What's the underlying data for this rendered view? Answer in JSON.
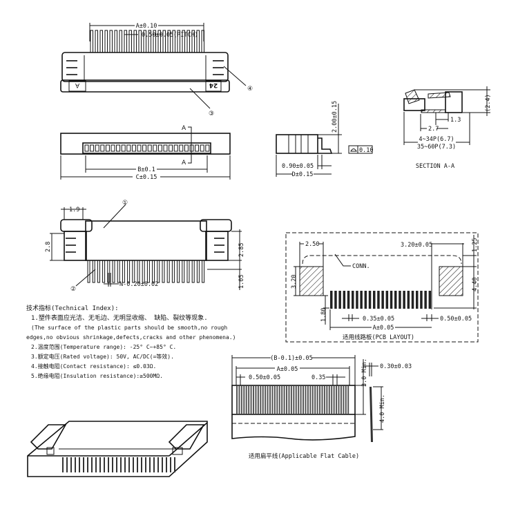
{
  "top_view": {
    "dim_a": "A±0.10",
    "pitch": "0.50±0.05(PITCH)",
    "mark_left": "A",
    "mark_right": "24",
    "callout_3": "③",
    "callout_4": "④"
  },
  "bottom_view": {
    "section_mark": "A",
    "dim_b": "B±0.1",
    "dim_c": "C±0.15"
  },
  "side_view": {
    "height": "2.00±0.15",
    "lip": "0.90±0.05",
    "dim_d": "D±0.15",
    "flatness_value": "0.10"
  },
  "section": {
    "height": "(2.4)",
    "d1": "1.3",
    "d2": "2.7",
    "d3": "4~34P(6.7)",
    "d4": "35~60P(7.3)",
    "title": "SECTION A-A"
  },
  "front_view": {
    "d1": "1.9",
    "d2": "2.8",
    "d3": "2.85",
    "d4": "1.05",
    "pin": "N-0.20±0.02",
    "callout_1": "①",
    "callout_2": "②"
  },
  "tech_index": {
    "title": "技术指标(Technical Index):",
    "lines": [
      "1.塑件表面应光洁、无毛边、无明显收缩、 缺陷、裂纹等现象.",
      "(The surface of the plastic parts should be smooth,no rough",
      "edges,no obvious shrinkage,defects,cracks and other phenomena.)",
      "2.温度范围(Temperature range): -25° C~+85° C.",
      "3.额定电压(Rated voltage): 50V, AC/DC(=等效).",
      "4.接触电阻(Contact resistance): ≤0.03Ω.",
      "5.绝缘电阻(Insulation resistance):≥500MΩ."
    ]
  },
  "pcb_layout": {
    "d1": "2.50",
    "d2": "3.20±0.05",
    "d3": "1.25",
    "d4": "3.20",
    "d5": "4.40",
    "d6": "1.80",
    "d7": "0.35±0.05",
    "d8": "0.50±0.05",
    "d9": "A±0.05",
    "conn": "CONN.",
    "title": "适用线路板(PCB LAYOUT)"
  },
  "flat_cable": {
    "d1": "(B-0.1)±0.05",
    "d2": "A±0.05",
    "d3": "0.50±0.05",
    "d4": "0.35",
    "d5": "3.0 Min.",
    "d6": "0.30±0.03",
    "d7": "4.0 Min.",
    "title": "适用扁平线(Applicable Flat Cable)"
  }
}
